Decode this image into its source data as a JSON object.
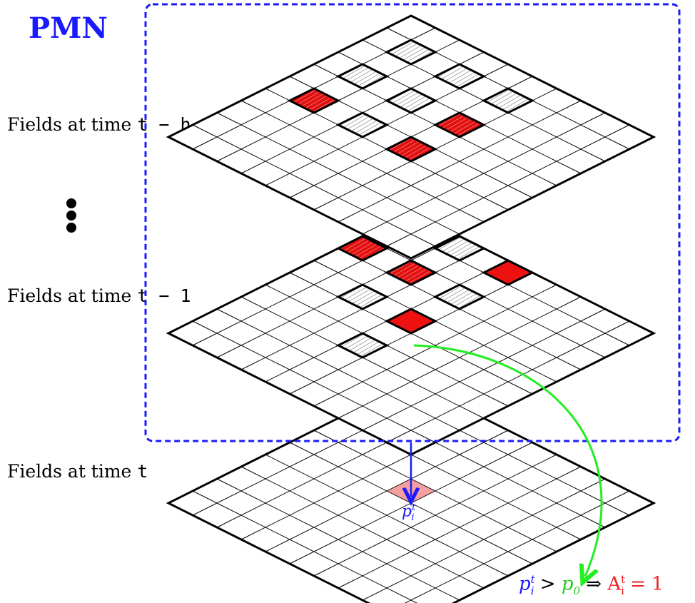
{
  "title": "PMN",
  "layers": [
    {
      "label_prefix": "Fields at time ",
      "label_time": "t − h"
    },
    {
      "label_prefix": "Fields at time ",
      "label_time": "t − 1"
    },
    {
      "label_prefix": "Fields at time ",
      "label_time": "t"
    }
  ],
  "ellipsis": "⋮",
  "cell_label": {
    "var": "p",
    "sub": "i",
    "sup": "t"
  },
  "formula": {
    "p_var": "p",
    "p_sub": "i",
    "p_sup": "t",
    "gt": " > ",
    "p0_var": "p",
    "p0_sub": "0",
    "implies": " ⇒ ",
    "A_var": "A",
    "A_sub": "i",
    "A_sup": "t",
    "eq": " = 1"
  },
  "colors": {
    "pmn_box": "#1a1aff",
    "active_cell": "#ee1111",
    "target_cell": "#f4a0a0",
    "green_arrow": "#22ee22",
    "blue_arrow": "#1a1aff"
  }
}
